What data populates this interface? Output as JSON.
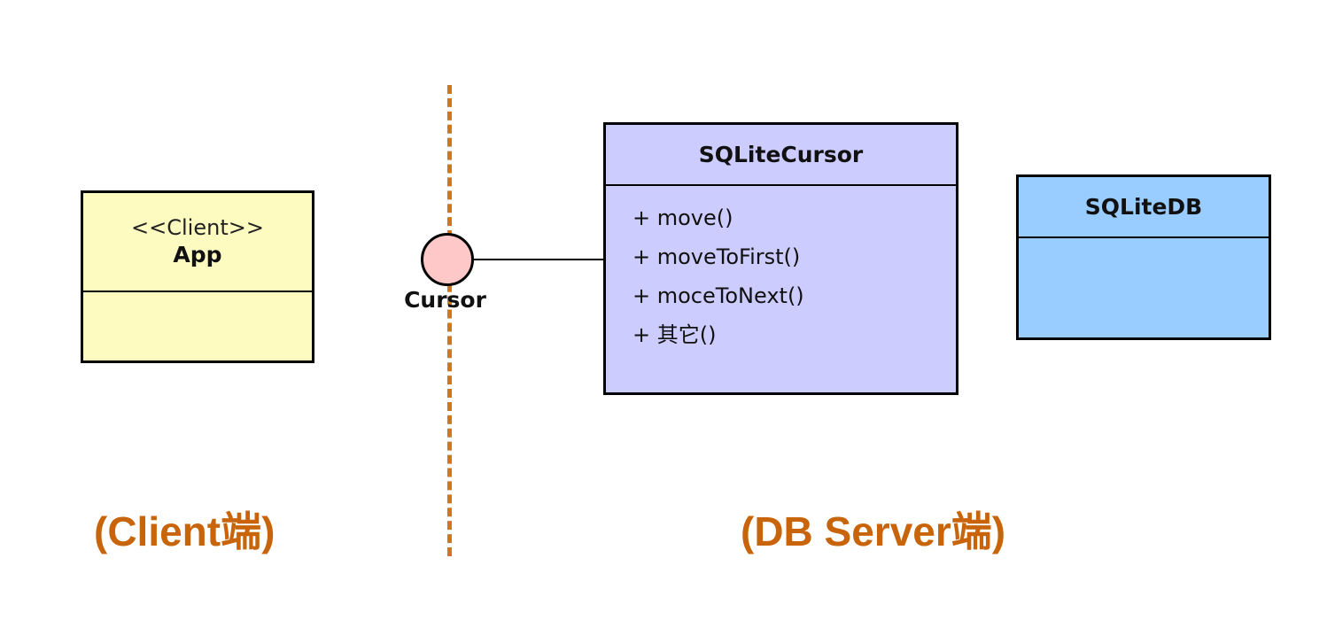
{
  "diagram": {
    "app_class": {
      "stereotype": "<<Client>>",
      "name": "App",
      "fill": "#fdfbc0"
    },
    "interface": {
      "label": "Cursor",
      "fill": "#ffc8c8"
    },
    "cursor_class": {
      "name": "SQLiteCursor",
      "fill": "#ccccff",
      "methods": [
        "+ move()",
        "+ moveToFirst()",
        "+ moceToNext()",
        "+ 其它()"
      ]
    },
    "db_class": {
      "name": "SQLiteDB",
      "fill": "#99ccff"
    },
    "regions": {
      "client": "(Client端)",
      "server": "(DB Server端)",
      "color": "#c8650a"
    },
    "boundary_color": "#d0771e"
  }
}
